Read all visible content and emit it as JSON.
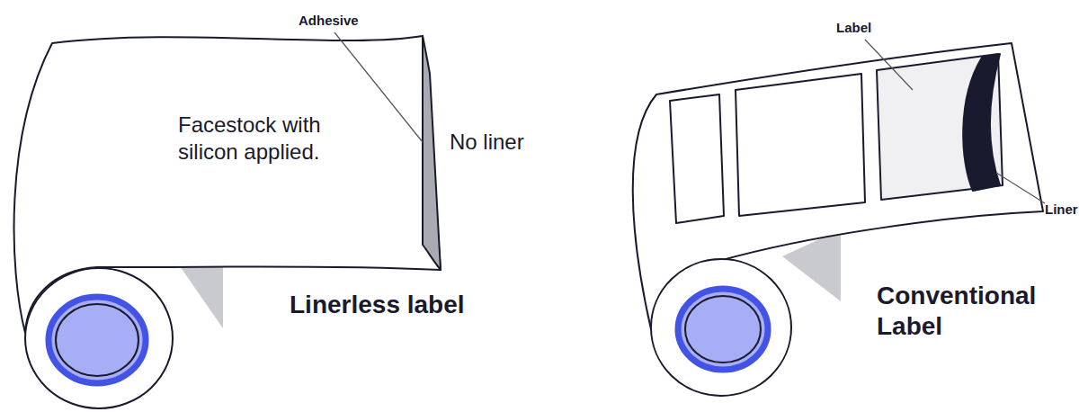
{
  "diagram": {
    "labels": [
      "Adhesive",
      "Facestock with silicon applied.",
      "No liner",
      "Linerless label",
      "Label",
      "Liner",
      "Conventional Label"
    ]
  }
}
